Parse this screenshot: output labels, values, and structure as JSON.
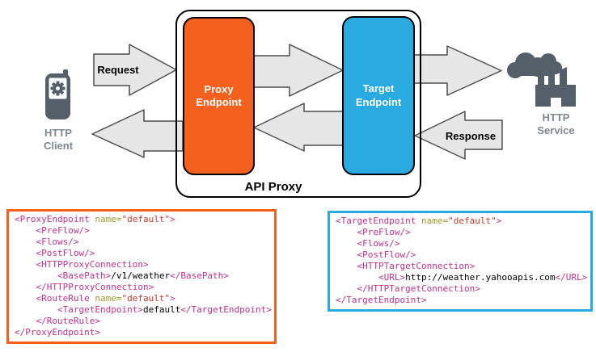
{
  "diagram": {
    "api_proxy_label": "API Proxy",
    "proxy_endpoint_label": "Proxy\nEndpoint",
    "target_endpoint_label": "Target\nEndpoint",
    "request_label": "Request",
    "response_label": "Response",
    "http_client_label": "HTTP\nClient",
    "http_service_label": "HTTP\nService",
    "icons": {
      "client": "mobile-phone-icon",
      "service": "factory-with-smoke-icon"
    },
    "colors": {
      "proxy_orange": "#F4601E",
      "target_blue": "#29ABE2",
      "arrow_fill": "#E6E6E6",
      "arrow_stroke": "#4D4D4D",
      "icon_gray": "#536069",
      "icon_label_gray": "#7D8890"
    }
  },
  "code_colors": {
    "tag": "#C2308C",
    "attr": "#9A9A2E",
    "val": "#C8392B",
    "plain": "#000000"
  },
  "code_blocks": [
    {
      "id": "proxy-endpoint-xml",
      "accent": "#F4601E",
      "lines": [
        [
          {
            "t": "<ProxyEndpoint",
            "c": "tag"
          },
          {
            "t": " ",
            "c": "plain"
          },
          {
            "t": "name=",
            "c": "attr"
          },
          {
            "t": "\"default\"",
            "c": "val"
          },
          {
            "t": ">",
            "c": "tag"
          }
        ],
        [
          {
            "t": "    ",
            "c": "plain"
          },
          {
            "t": "<PreFlow/>",
            "c": "tag"
          }
        ],
        [
          {
            "t": "    ",
            "c": "plain"
          },
          {
            "t": "<Flows/>",
            "c": "tag"
          }
        ],
        [
          {
            "t": "    ",
            "c": "plain"
          },
          {
            "t": "<PostFlow/>",
            "c": "tag"
          }
        ],
        [
          {
            "t": "    ",
            "c": "plain"
          },
          {
            "t": "<HTTPProxyConnection>",
            "c": "tag"
          }
        ],
        [
          {
            "t": "        ",
            "c": "plain"
          },
          {
            "t": "<BasePath>",
            "c": "tag"
          },
          {
            "t": "/v1/weather",
            "c": "plain"
          },
          {
            "t": "</BasePath>",
            "c": "tag"
          }
        ],
        [
          {
            "t": "    ",
            "c": "plain"
          },
          {
            "t": "</HTTPProxyConnection>",
            "c": "tag"
          }
        ],
        [
          {
            "t": "    ",
            "c": "plain"
          },
          {
            "t": "<RouteRule",
            "c": "tag"
          },
          {
            "t": " ",
            "c": "plain"
          },
          {
            "t": "name=",
            "c": "attr"
          },
          {
            "t": "\"default\"",
            "c": "val"
          },
          {
            "t": ">",
            "c": "tag"
          }
        ],
        [
          {
            "t": "        ",
            "c": "plain"
          },
          {
            "t": "<TargetEndpoint>",
            "c": "tag"
          },
          {
            "t": "default",
            "c": "plain"
          },
          {
            "t": "</TargetEndpoint>",
            "c": "tag"
          }
        ],
        [
          {
            "t": "    ",
            "c": "plain"
          },
          {
            "t": "</RouteRule>",
            "c": "tag"
          }
        ],
        [
          {
            "t": "</ProxyEndpoint>",
            "c": "tag"
          }
        ]
      ]
    },
    {
      "id": "target-endpoint-xml",
      "accent": "#29ABE2",
      "lines": [
        [
          {
            "t": "<TargetEndpoint",
            "c": "tag"
          },
          {
            "t": " ",
            "c": "plain"
          },
          {
            "t": "name=",
            "c": "attr"
          },
          {
            "t": "\"default\"",
            "c": "val"
          },
          {
            "t": ">",
            "c": "tag"
          }
        ],
        [
          {
            "t": "    ",
            "c": "plain"
          },
          {
            "t": "<PreFlow/>",
            "c": "tag"
          }
        ],
        [
          {
            "t": "    ",
            "c": "plain"
          },
          {
            "t": "<Flows/>",
            "c": "tag"
          }
        ],
        [
          {
            "t": "    ",
            "c": "plain"
          },
          {
            "t": "<PostFlow/>",
            "c": "tag"
          }
        ],
        [
          {
            "t": "    ",
            "c": "plain"
          },
          {
            "t": "<HTTPTargetConnection>",
            "c": "tag"
          }
        ],
        [
          {
            "t": "        ",
            "c": "plain"
          },
          {
            "t": "<URL>",
            "c": "tag"
          },
          {
            "t": "http://weather.yahooapis.com",
            "c": "plain"
          },
          {
            "t": "</URL>",
            "c": "tag"
          }
        ],
        [
          {
            "t": "    ",
            "c": "plain"
          },
          {
            "t": "</HTTPTargetConnection>",
            "c": "tag"
          }
        ],
        [
          {
            "t": "</TargetEndpoint>",
            "c": "tag"
          }
        ]
      ]
    }
  ]
}
